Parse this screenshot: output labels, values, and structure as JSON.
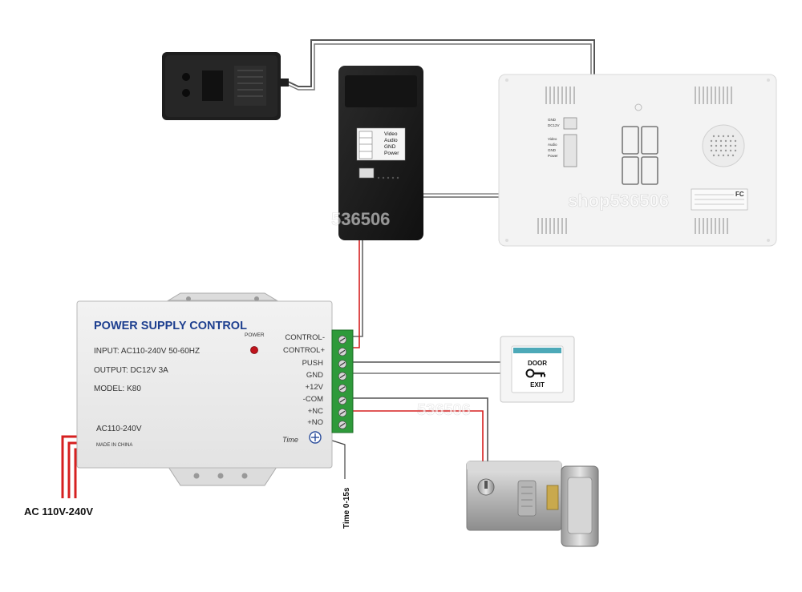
{
  "power_supply": {
    "title": "POWER SUPPLY CONTROL",
    "input": "INPUT: AC110-240V  50-60HZ",
    "output": "OUTPUT: DC12V  3A",
    "model": "MODEL: K80",
    "ac_label": "AC110-240V",
    "made_in": "MADE IN CHINA",
    "power_led_label": "POWER",
    "time_label": "Time",
    "terminals": [
      "CONTROL-",
      "CONTROL+",
      "PUSH",
      "GND",
      "+12V",
      "-COM",
      "+NC",
      "+NO"
    ]
  },
  "outdoor_unit": {
    "terminal_labels": [
      "Video",
      "Audio",
      "GND",
      "Power"
    ]
  },
  "indoor_monitor": {
    "port_labels_top": [
      "GND",
      "DC12V"
    ],
    "port_labels_bottom": [
      "Video",
      "Audio",
      "GND",
      "Power"
    ],
    "label_text": "FC"
  },
  "exit_button": {
    "line1": "DOOR",
    "line2": "EXIT"
  },
  "labels": {
    "ac_input": "AC 110V-240V",
    "time_range": "Time 0-15s"
  },
  "watermarks": [
    "536506",
    "shop536506",
    "536506"
  ],
  "colors": {
    "wire_grey": "#555555",
    "wire_red": "#d62020",
    "psu_title_blue": "#1d3f8f",
    "terminal_green": "#2e9a3a",
    "device_black": "#1c1c1c",
    "monitor_white": "#f3f3f3"
  }
}
